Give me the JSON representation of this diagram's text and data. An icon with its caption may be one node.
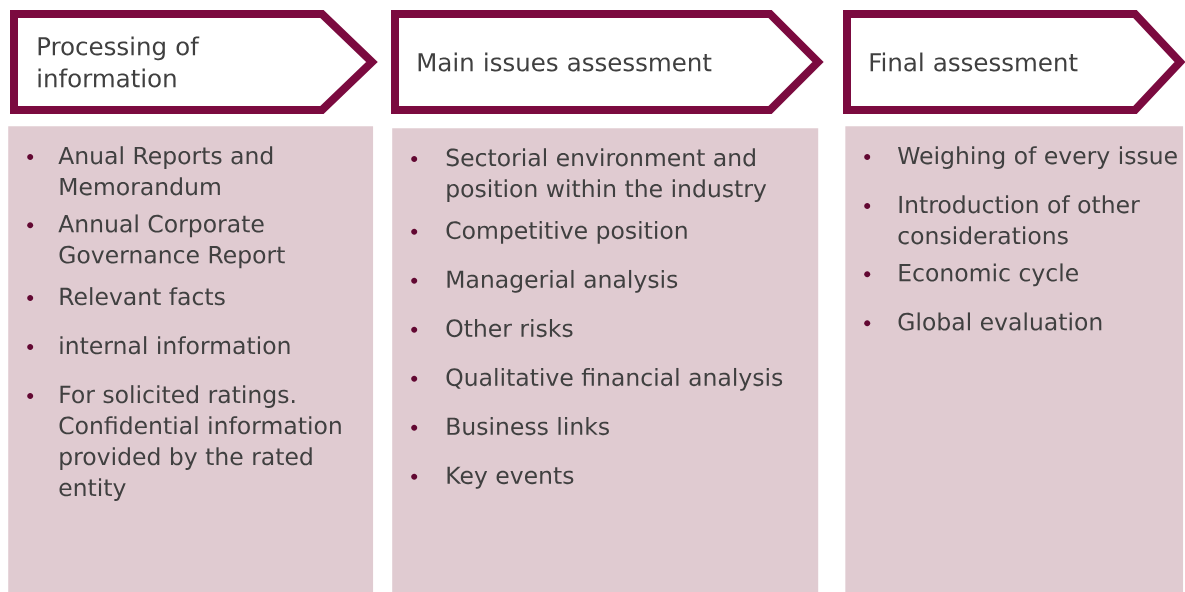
{
  "diagram": {
    "nodes": [
      {
        "text": [
          "Processing of information"
        ]
      },
      {
        "text": [
          "Main issues assessment"
        ]
      },
      {
        "text": [
          "Final assessment"
        ]
      },
      {
        "text": [
          "Anual Reports and Memorandum",
          "Annual Corporate Governance Report",
          "Relevant facts",
          "internal information",
          "For solicited ratings. Confidential information provided by the rated entity"
        ]
      },
      {
        "text": [
          "Sectorial environment and position within the industry",
          "Competitive position",
          "Managerial analysis",
          "Other risks",
          "Qualitative financial analysis",
          "Business links",
          "Key events"
        ]
      },
      {
        "text": [
          "Weighing of every issue",
          "Introduction of other considerations",
          "Economic cycle",
          "Global evaluation"
        ]
      }
    ]
  }
}
